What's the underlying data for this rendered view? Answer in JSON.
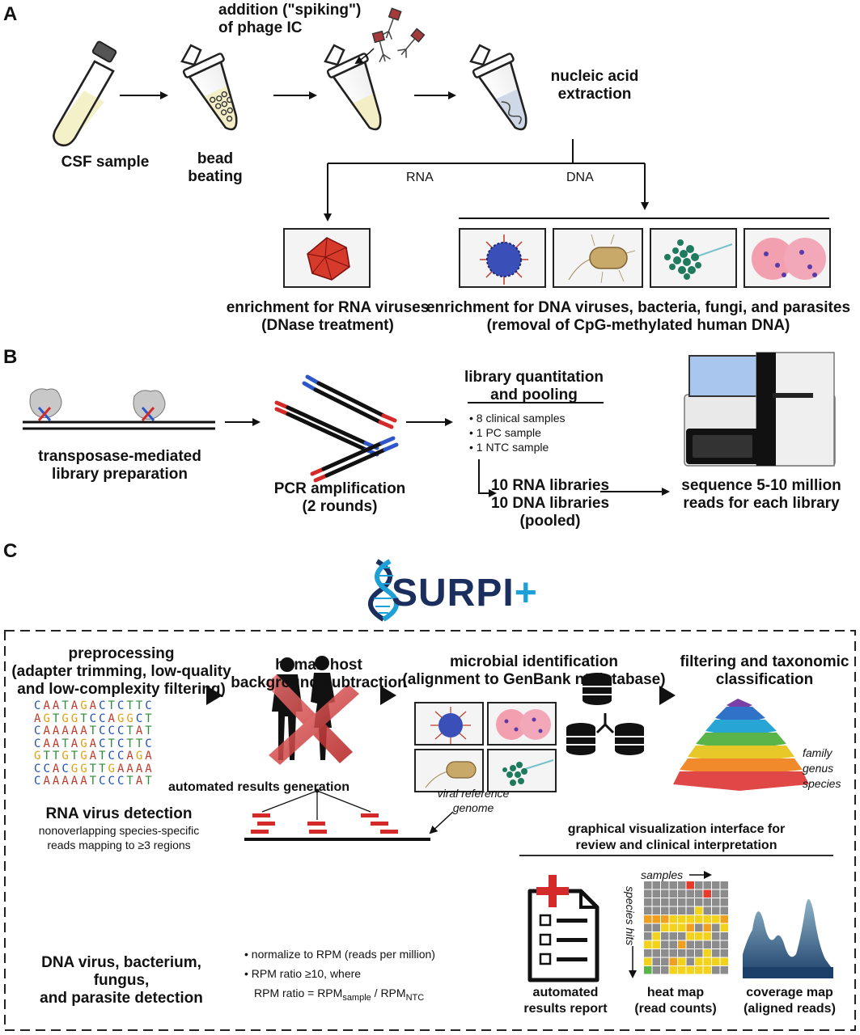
{
  "panels": {
    "a": "A",
    "b": "B",
    "c": "C"
  },
  "panelA": {
    "csf_sample": "CSF sample",
    "bead_beating_1": "bead",
    "bead_beating_2": "beating",
    "spiking_1": "addition (\"spiking\")",
    "spiking_2": "of phage IC",
    "extraction_1": "nucleic acid",
    "extraction_2": "extraction",
    "rna": "RNA",
    "dna": "DNA",
    "rna_enrich_1": "enrichment for RNA viruses",
    "rna_enrich_2": "(DNase treatment)",
    "dna_enrich_1": "enrichment for DNA viruses, bacteria, fungi, and parasites",
    "dna_enrich_2": "(removal of CpG-methylated human DNA)"
  },
  "panelB": {
    "transposase_1": "transposase-mediated",
    "transposase_2": "library preparation",
    "pcr_1": "PCR amplification",
    "pcr_2": "(2 rounds)",
    "quant_1": "library quantitation",
    "quant_2": "and pooling",
    "samples": [
      "• 8 clinical samples",
      "• 1 PC sample",
      "• 1 NTC sample"
    ],
    "libs_1": "10 RNA libraries",
    "libs_2": "10 DNA libraries",
    "libs_3": "(pooled)",
    "seq_1": "sequence 5-10 million",
    "seq_2": "reads for each library"
  },
  "panelC": {
    "logo_text": "SURPI",
    "logo_plus": "+",
    "pre_1": "preprocessing",
    "pre_2": "(adapter trimming, low-quality",
    "pre_3": "and low-complexity filtering)",
    "host_1": "human host",
    "host_2": "background subtraction",
    "micro_1": "microbial identification",
    "micro_2": "(alignment to GenBank nt database)",
    "filter_1": "filtering and taxonomic",
    "filter_2": "classification",
    "family": "family",
    "genus": "genus",
    "species": "species",
    "auto_results": "automated results generation",
    "rna_detect_title": "RNA virus detection",
    "rna_detect_1": "nonoverlapping species-specific",
    "rna_detect_2": "reads mapping to ≥3 regions",
    "viral_ref_1": "viral reference",
    "viral_ref_2": "genome",
    "dna_detect_1": "DNA virus, bacterium, fungus,",
    "dna_detect_2": "and parasite detection",
    "rpm_1": "• normalize to RPM (reads per million)",
    "rpm_2": "• RPM ratio ≥10, where",
    "rpm_3a": "RPM ratio = RPM",
    "rpm_3b": "sample",
    "rpm_3c": " / RPM",
    "rpm_3d": "NTC",
    "gui_1": "graphical visualization interface for",
    "gui_2": "review and clinical interpretation",
    "samples_axis": "samples",
    "species_axis": "species hits",
    "report_1": "automated",
    "report_2": "results report",
    "heat_1": "heat map",
    "heat_2": "(read counts)",
    "cov_1": "coverage map",
    "cov_2": "(aligned reads)",
    "dna_rows": [
      "CAATAGACTCTTC",
      "AGTGGTCCAGGCT",
      "CAAAAATCCCTAT",
      "CAATAGACTCTTC",
      "GTTGTGATCCAGA",
      "CCACGGTTGAAAA",
      "CAAAAATCCCTAT"
    ]
  },
  "colors": {
    "rna_red": "#d42a2a",
    "dna_blue": "#2f56c8",
    "logo_navy": "#1b2f5e",
    "logo_cyan": "#1da0d8"
  }
}
